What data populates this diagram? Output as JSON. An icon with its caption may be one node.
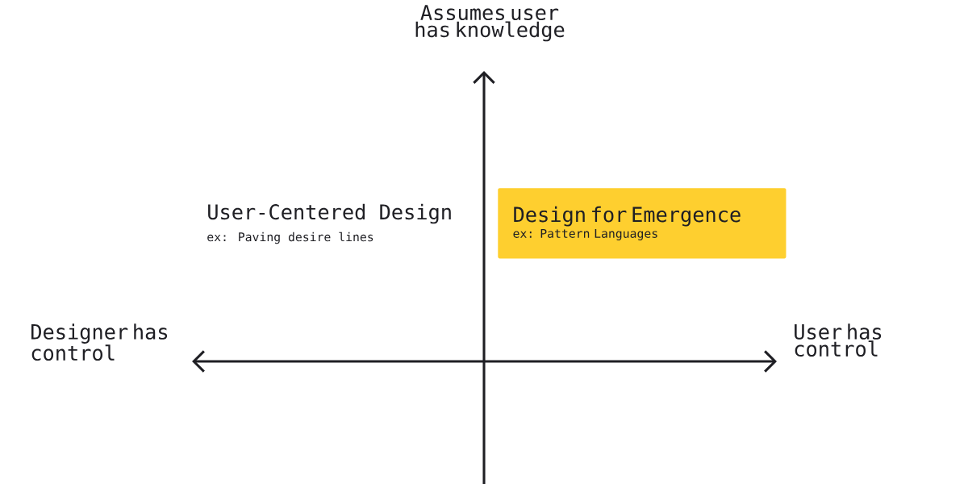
{
  "diagram": {
    "nodes": [
      {
        "text": [
          "Design for Emergence",
          "ex: Pattern Languages"
        ]
      }
    ],
    "labels": [
      "Assumes user has knowledge",
      "User-Centered Design",
      "ex: Paving desire lines",
      "Designer has control",
      "User has control"
    ]
  }
}
